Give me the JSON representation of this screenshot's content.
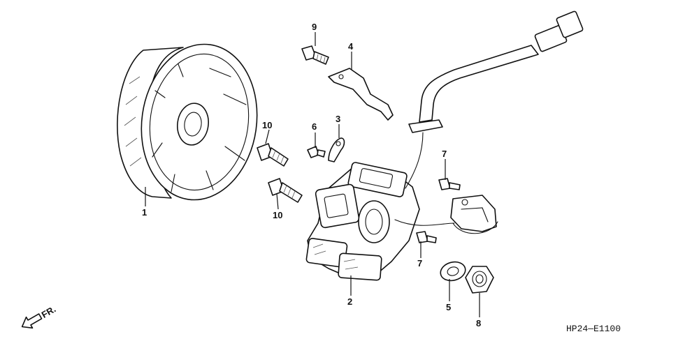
{
  "diagram": {
    "drawing_code": "HP24—E1100",
    "direction_label": "FR.",
    "callouts": [
      {
        "id": "c1",
        "label": "1"
      },
      {
        "id": "c2",
        "label": "2"
      },
      {
        "id": "c3",
        "label": "3"
      },
      {
        "id": "c4",
        "label": "4"
      },
      {
        "id": "c5",
        "label": "5"
      },
      {
        "id": "c6",
        "label": "6"
      },
      {
        "id": "c7a",
        "label": "7"
      },
      {
        "id": "c7b",
        "label": "7"
      },
      {
        "id": "c8",
        "label": "8"
      },
      {
        "id": "c9",
        "label": "9"
      },
      {
        "id": "c10a",
        "label": "10"
      },
      {
        "id": "c10b",
        "label": "10"
      }
    ]
  }
}
